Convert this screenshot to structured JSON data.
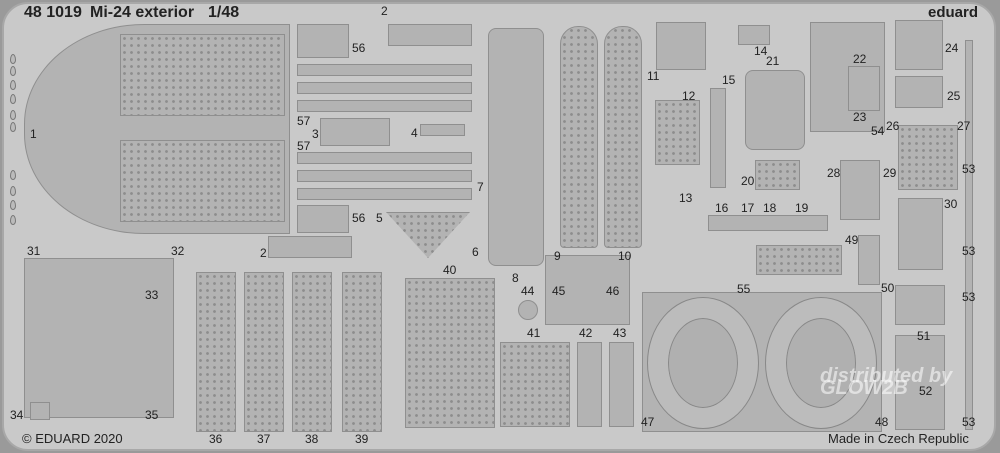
{
  "header": {
    "code": "48 1019",
    "title": "Mi-24 exterior",
    "scale": "1/48",
    "brand": "eduard"
  },
  "footer": {
    "copyright": "© EDUARD 2020",
    "origin": "Made in Czech Republic",
    "watermark": "distributed by GLOW2B"
  },
  "labels": [
    "1",
    "2",
    "56",
    "57",
    "3",
    "4",
    "57",
    "56",
    "5",
    "6",
    "2",
    "7",
    "8",
    "9",
    "10",
    "11",
    "12",
    "13",
    "14",
    "15",
    "16",
    "17",
    "18",
    "19",
    "20",
    "21",
    "22",
    "23",
    "24",
    "25",
    "26",
    "27",
    "28",
    "29",
    "30",
    "31",
    "32",
    "33",
    "34",
    "35",
    "36",
    "37",
    "38",
    "39",
    "40",
    "41",
    "42",
    "43",
    "44",
    "45",
    "46",
    "47",
    "48",
    "49",
    "50",
    "51",
    "52",
    "53",
    "53",
    "53",
    "53",
    "54",
    "55"
  ]
}
